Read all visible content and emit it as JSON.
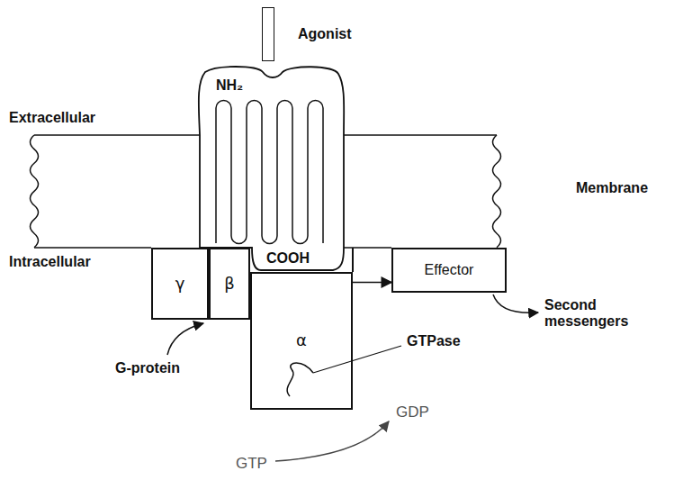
{
  "diagram": {
    "nodes": [
      {
        "text": [
          "Agonist"
        ]
      },
      {
        "text": [
          "NH₂",
          "COOH"
        ]
      },
      {
        "text": [
          "γ"
        ]
      },
      {
        "text": [
          "β"
        ]
      },
      {
        "text": [
          "α"
        ]
      },
      {
        "text": [
          "Effector"
        ]
      }
    ],
    "edges": [
      {
        "from": 4,
        "to": 5,
        "arrow": "to"
      }
    ],
    "labels": [
      "Extracellular",
      "Membrane",
      "Intracellular",
      "Second messengers",
      "G-protein",
      "GTPase",
      "GDP",
      "GTP"
    ]
  }
}
